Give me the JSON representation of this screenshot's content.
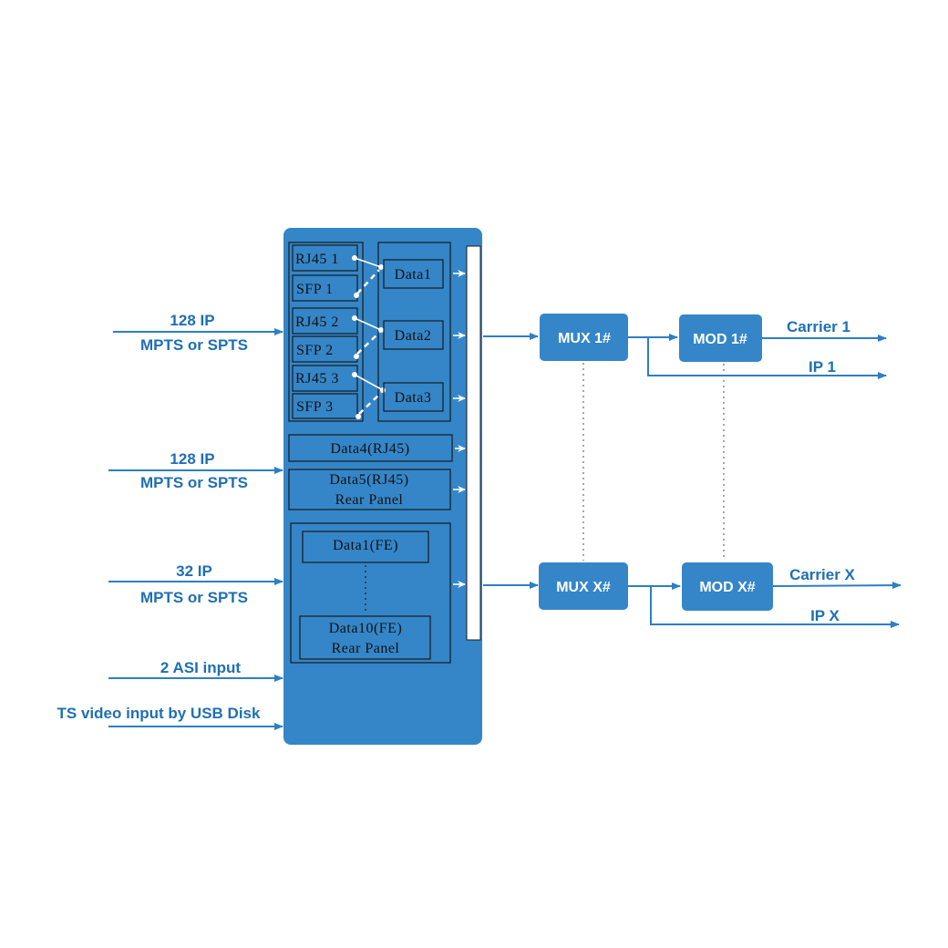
{
  "colors": {
    "accent": "#2d7fc4",
    "block": "#3486c8",
    "label": "#1f6fb5"
  },
  "inputs": {
    "group1_line1": "128 IP",
    "group1_line2": "MPTS or SPTS",
    "group2_line1": "128 IP",
    "group2_line2": "MPTS or SPTS",
    "group3_line1": "32 IP",
    "group3_line2": "MPTS or SPTS",
    "asi": "2 ASI input",
    "usb": "TS video input by USB Disk"
  },
  "ports": {
    "rj45_1": "RJ45 1",
    "sfp_1": "SFP 1",
    "rj45_2": "RJ45 2",
    "sfp_2": "SFP 2",
    "rj45_3": "RJ45 3",
    "sfp_3": "SFP 3"
  },
  "data": {
    "data1": "Data1",
    "data2": "Data2",
    "data3": "Data3",
    "data4": "Data4(RJ45)",
    "data5_line1": "Data5(RJ45)",
    "data5_line2": "Rear Panel",
    "fe_first": "Data1(FE)",
    "fe_last_line1": "Data10(FE)",
    "fe_last_line2": "Rear Panel"
  },
  "blocks": {
    "mux1": "MUX 1#",
    "muxx": "MUX X#",
    "mod1": "MOD 1#",
    "modx": "MOD X#"
  },
  "outputs": {
    "carrier1": "Carrier 1",
    "ip1": "IP 1",
    "carrierx": "Carrier X",
    "ipx": "IP X"
  }
}
